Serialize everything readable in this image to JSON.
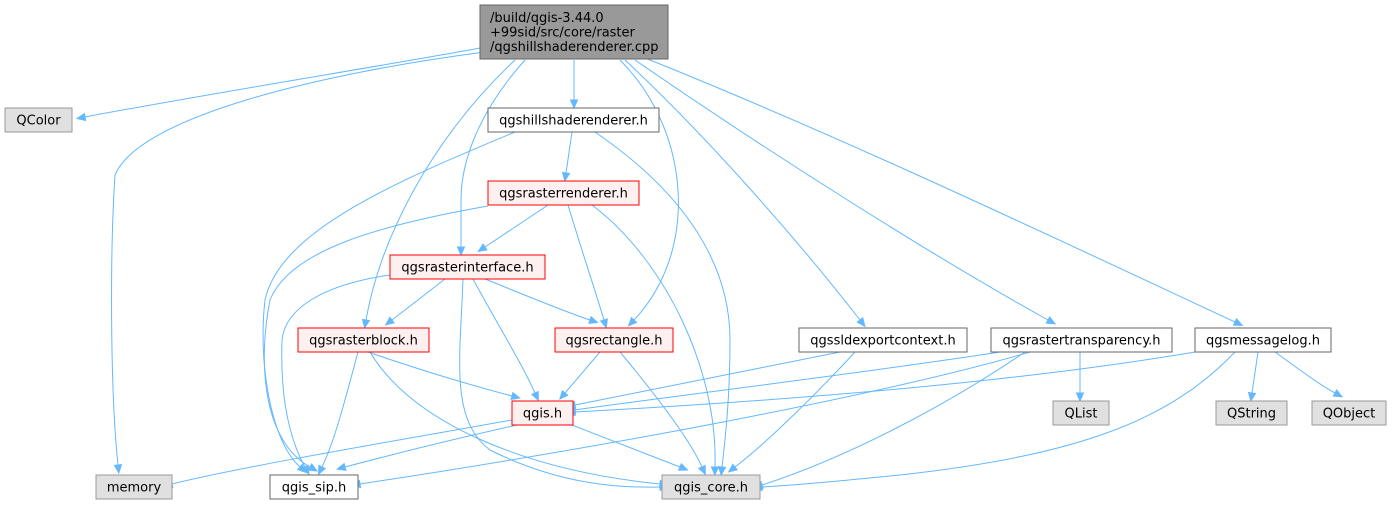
{
  "nodes": {
    "root": {
      "lines": [
        "/build/qgis-3.44.0",
        "+99sid/src/core/raster",
        "/qgshillshaderenderer.cpp"
      ],
      "kind": "root"
    },
    "qcolor": {
      "lines": [
        "QColor"
      ],
      "kind": "system"
    },
    "memory": {
      "lines": [
        "memory"
      ],
      "kind": "system"
    },
    "hillshade_h": {
      "lines": [
        "qgshillshaderenderer.h"
      ],
      "kind": "header"
    },
    "rasterrenderer_h": {
      "lines": [
        "qgsrasterrenderer.h"
      ],
      "kind": "header-red"
    },
    "rasterinterface_h": {
      "lines": [
        "qgsrasterinterface.h"
      ],
      "kind": "header-red"
    },
    "rasterblock_h": {
      "lines": [
        "qgsrasterblock.h"
      ],
      "kind": "header-red"
    },
    "rectangle_h": {
      "lines": [
        "qgsrectangle.h"
      ],
      "kind": "header-red"
    },
    "sldexport_h": {
      "lines": [
        "qgssldexportcontext.h"
      ],
      "kind": "header"
    },
    "rastertransparency_h": {
      "lines": [
        "qgsrastertransparency.h"
      ],
      "kind": "header"
    },
    "messagelog_h": {
      "lines": [
        "qgsmessagelog.h"
      ],
      "kind": "header"
    },
    "qgis_h": {
      "lines": [
        "qgis.h"
      ],
      "kind": "header-red"
    },
    "qlist": {
      "lines": [
        "QList"
      ],
      "kind": "system"
    },
    "qstring": {
      "lines": [
        "QString"
      ],
      "kind": "system"
    },
    "qobject": {
      "lines": [
        "QObject"
      ],
      "kind": "system"
    },
    "qgis_sip_h": {
      "lines": [
        "qgis_sip.h"
      ],
      "kind": "header"
    },
    "qgis_core_h": {
      "lines": [
        "qgis_core.h"
      ],
      "kind": "system"
    }
  },
  "styles": {
    "root": {
      "fill": "#999999",
      "stroke": "#666666"
    },
    "system": {
      "fill": "#e0e0e0",
      "stroke": "#999999"
    },
    "header": {
      "fill": "#ffffff",
      "stroke": "#666666"
    },
    "header-red": {
      "fill": "#fff0f0",
      "stroke": "#ff0000"
    },
    "edge_color": "#63b8ff"
  },
  "edges": [
    [
      "root",
      "qcolor"
    ],
    [
      "root",
      "memory"
    ],
    [
      "root",
      "hillshade_h"
    ],
    [
      "root",
      "rasterinterface_h"
    ],
    [
      "root",
      "rasterblock_h"
    ],
    [
      "root",
      "rectangle_h"
    ],
    [
      "root",
      "sldexport_h"
    ],
    [
      "root",
      "rastertransparency_h"
    ],
    [
      "root",
      "messagelog_h"
    ],
    [
      "hillshade_h",
      "rasterrenderer_h"
    ],
    [
      "hillshade_h",
      "qgis_sip_h"
    ],
    [
      "hillshade_h",
      "qgis_core_h"
    ],
    [
      "rasterrenderer_h",
      "rasterinterface_h"
    ],
    [
      "rasterrenderer_h",
      "rectangle_h"
    ],
    [
      "rasterrenderer_h",
      "qgis_sip_h"
    ],
    [
      "rasterrenderer_h",
      "qgis_core_h"
    ],
    [
      "rasterinterface_h",
      "rasterblock_h"
    ],
    [
      "rasterinterface_h",
      "rectangle_h"
    ],
    [
      "rasterinterface_h",
      "qgis_h"
    ],
    [
      "rasterinterface_h",
      "qgis_sip_h"
    ],
    [
      "rasterinterface_h",
      "qgis_core_h"
    ],
    [
      "rasterblock_h",
      "qgis_h"
    ],
    [
      "rasterblock_h",
      "qgis_sip_h"
    ],
    [
      "rasterblock_h",
      "qgis_core_h"
    ],
    [
      "rectangle_h",
      "qgis_h"
    ],
    [
      "rectangle_h",
      "qgis_core_h"
    ],
    [
      "sldexport_h",
      "qgis_h"
    ],
    [
      "sldexport_h",
      "qgis_core_h"
    ],
    [
      "rastertransparency_h",
      "qgis_h"
    ],
    [
      "rastertransparency_h",
      "qlist"
    ],
    [
      "rastertransparency_h",
      "qgis_sip_h"
    ],
    [
      "rastertransparency_h",
      "qgis_core_h"
    ],
    [
      "messagelog_h",
      "qgis_h"
    ],
    [
      "messagelog_h",
      "qstring"
    ],
    [
      "messagelog_h",
      "qobject"
    ],
    [
      "messagelog_h",
      "qgis_core_h"
    ],
    [
      "qgis_h",
      "memory"
    ],
    [
      "qgis_h",
      "qgis_sip_h"
    ],
    [
      "qgis_h",
      "qgis_core_h"
    ]
  ]
}
